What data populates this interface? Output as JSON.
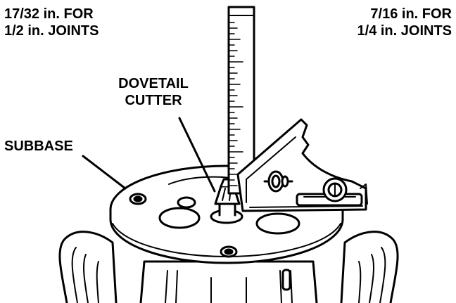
{
  "labels": {
    "left_line1": "17/32 in. FOR",
    "left_line2": "1/2 in. JOINTS",
    "right_line1": "7/16 in. FOR",
    "right_line2": "1/4 in. JOINTS",
    "cutter_line1": "DOVETAIL",
    "cutter_line2": "CUTTER",
    "subbase": "SUBBASE"
  },
  "colors": {
    "ink": "#000000",
    "paper": "#ffffff"
  }
}
